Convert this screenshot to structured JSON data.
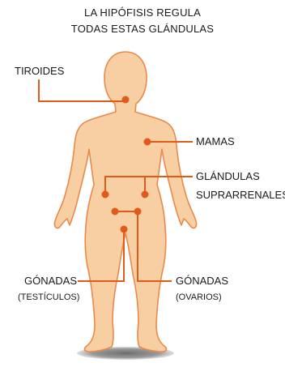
{
  "title": {
    "line1": "LA HIPÓFISIS REGULA",
    "line2": "TODAS ESTAS GLÁNDULAS"
  },
  "labels": {
    "tiroides": "TIROIDES",
    "mamas": "MAMAS",
    "suprarrenales_line1": "GLÁNDULAS",
    "suprarrenales_line2": "SUPRARRENALES",
    "gonadas_left_line1": "GÓNADAS",
    "gonadas_left_line2": "(TESTÍCULOS)",
    "gonadas_right_line1": "GÓNADAS",
    "gonadas_right_line2": "(OVARIOS)"
  },
  "colors": {
    "body_fill": "#f8cfa3",
    "body_outline": "#e88a4a",
    "callout": "#e05a1a",
    "shadow": "#8a8a8a"
  }
}
